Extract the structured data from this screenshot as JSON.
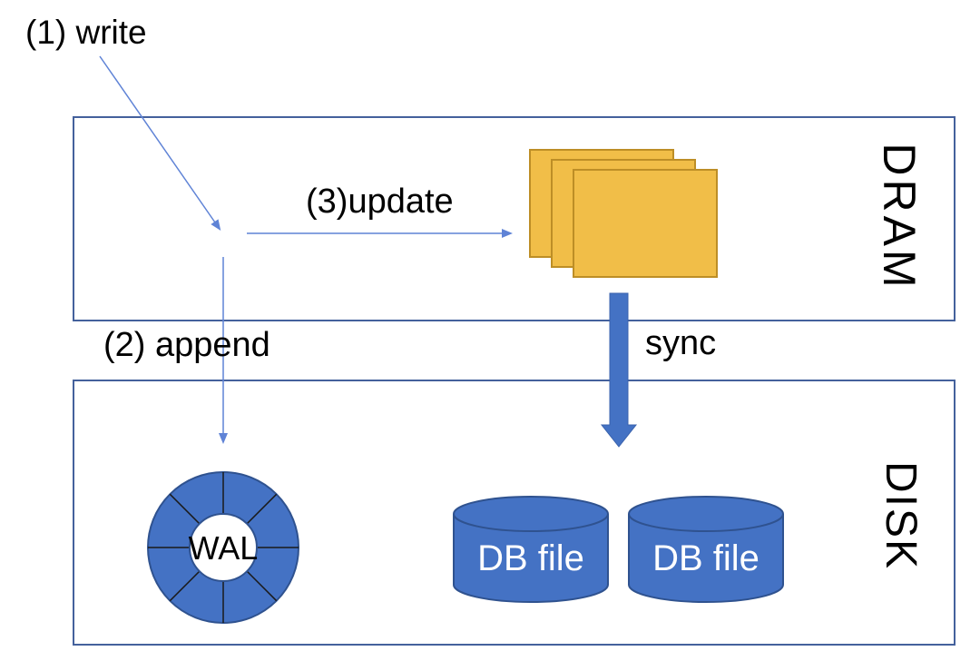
{
  "diagram": {
    "annotations": {
      "write": "(1) write",
      "append": "(2) append",
      "update": "(3)update",
      "sync": "sync"
    },
    "regions": {
      "dram": "DRAM",
      "disk": "DISK"
    },
    "nodes": {
      "wal": "WAL",
      "db_files": [
        "DB file",
        "DB file"
      ],
      "memory_pages_count": 3,
      "wal_ring_segments": 8
    },
    "colors": {
      "region_border": "#44619c",
      "thin_arrow": "#5f83d6",
      "thick_arrow_fill": "#4472c4",
      "blue_shape_fill": "#4472c4",
      "blue_shape_border": "#2f528f",
      "page_fill": "#f1be48",
      "page_border": "#bd8e26",
      "label_text": "#000000",
      "node_text_light": "#ffffff",
      "background": "#ffffff"
    }
  }
}
